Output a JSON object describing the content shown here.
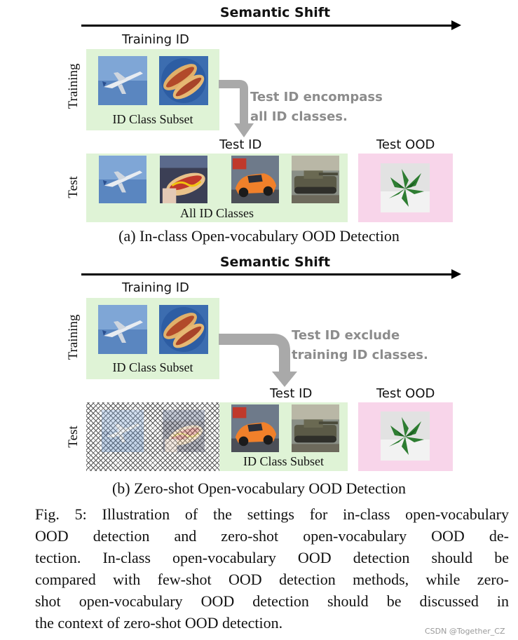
{
  "panel_a": {
    "shift_title": "Semantic Shift",
    "training_id_label": "Training ID",
    "training_side_label": "Training",
    "id_subset_label": "ID Class Subset",
    "note_line1": "Test ID encompass",
    "note_line2": "all ID classes.",
    "test_id_label": "Test ID",
    "test_ood_label": "Test OOD",
    "test_side_label": "Test",
    "all_id_label": "All ID Classes",
    "subcaption": "(a) In-class Open-vocabulary OOD Detection"
  },
  "panel_b": {
    "shift_title": "Semantic Shift",
    "training_id_label": "Training ID",
    "training_side_label": "Training",
    "id_subset_label": "ID Class Subset",
    "note_line1": "Test ID  exclude",
    "note_line2": "training ID classes.",
    "test_id_label": "Test ID",
    "test_ood_label": "Test OOD",
    "test_side_label": "Test",
    "test_subset_label": "ID Class Subset",
    "subcaption": "(b) Zero-shot Open-vocabulary OOD Detection"
  },
  "caption": {
    "lines": [
      "Fig. 5: Illustration of the settings for in-class open-vocabulary",
      "OOD detection and zero-shot open-vocabulary OOD de-",
      "tection. In-class open-vocabulary OOD detection should be",
      "compared with few-shot OOD detection methods, while zero-",
      "shot open-vocabulary OOD detection should be discussed in",
      "the context of zero-shot OOD detection."
    ]
  },
  "watermark": "CSDN @Together_CZ",
  "colors": {
    "id_box": "#dff3d6",
    "ood_box": "#f8d5ea",
    "note_gray": "#8c8c8c"
  },
  "icons": [
    "airplane-image",
    "hotdog-image",
    "race-car-image",
    "tank-image",
    "plant-image"
  ]
}
